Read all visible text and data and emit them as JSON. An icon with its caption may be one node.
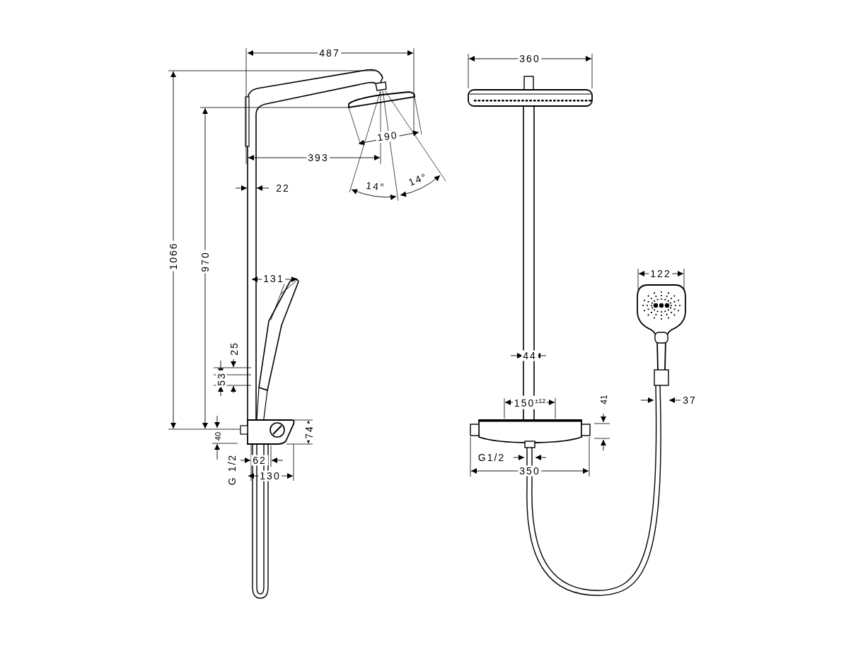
{
  "diagram": {
    "labels": [
      "487",
      "360",
      "190",
      "393",
      "14°",
      "14°",
      "22",
      "1066",
      "970",
      "131",
      "122",
      "44",
      "25",
      "53",
      "41",
      "37",
      "150$^{±12}$",
      "40",
      "74",
      "G 1/2",
      "62",
      "G1/2",
      "350",
      "130"
    ]
  }
}
